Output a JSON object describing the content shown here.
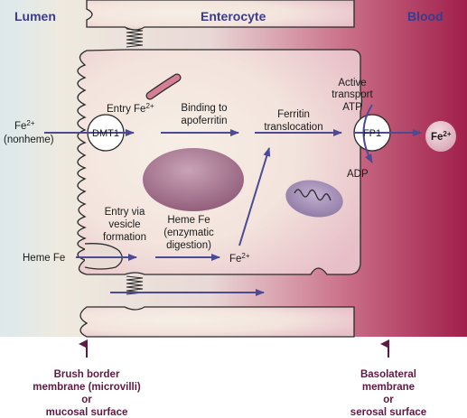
{
  "regions": {
    "lumen": "Lumen",
    "enterocyte": "Enterocyte",
    "blood": "Blood"
  },
  "transporters": {
    "dmt1": "DMT1",
    "fp1": "FP1"
  },
  "inputs": {
    "fe_nonheme_line1": "Fe",
    "fe_nonheme_sup": "2+",
    "fe_nonheme_line2": "(nonheme)",
    "heme_fe": "Heme Fe"
  },
  "steps": {
    "entry_fe_prefix": "Entry Fe",
    "entry_fe_sup": "2+",
    "binding_line1": "Binding to",
    "binding_line2": "apoferritin",
    "ferritin_line1": "Ferritin",
    "ferritin_line2": "translocation",
    "active_line1": "Active",
    "active_line2": "transport",
    "active_line3": "ATP",
    "adp": "ADP",
    "vesicle_line1": "Entry via",
    "vesicle_line2": "vesicle",
    "vesicle_line3": "formation",
    "hemefe_line1": "Heme Fe",
    "hemefe_line2": "(enzymatic",
    "hemefe_line3": "digestion)",
    "fe_mid_prefix": "Fe",
    "fe_mid_sup": "2+",
    "fe_out_prefix": "Fe",
    "fe_out_sup": "2+"
  },
  "captions": {
    "brush_border": [
      "Brush border",
      "membrane (microvilli)",
      "or",
      "mucosal surface"
    ],
    "basolateral": [
      "Basolateral",
      "membrane",
      "or",
      "serosal surface"
    ]
  },
  "colors": {
    "lumen_bg": "#cfe2e8",
    "blood": "#a8234f",
    "arrow": "#4a4a95",
    "caption": "#5e1a42"
  }
}
